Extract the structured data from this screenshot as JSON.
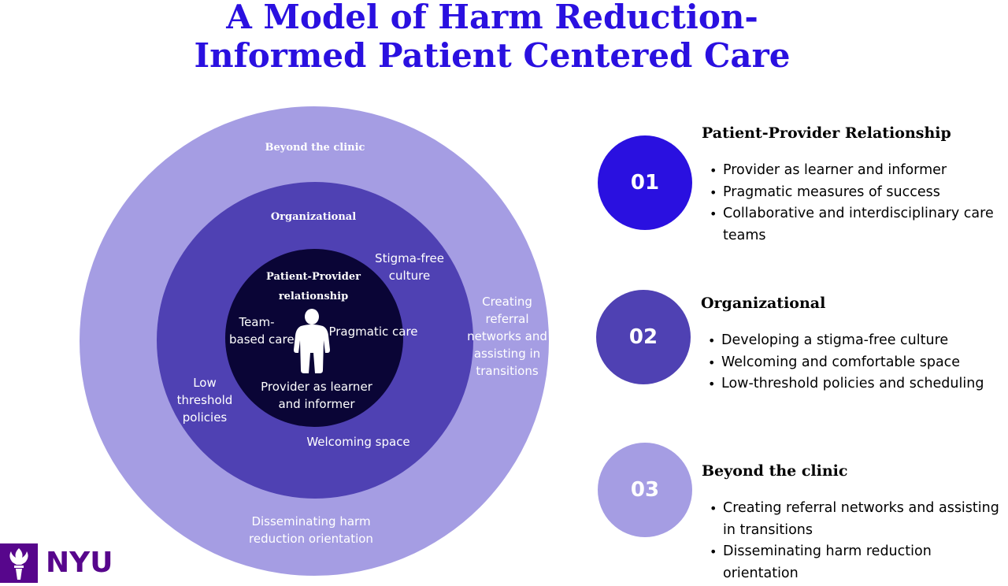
{
  "title": {
    "line1": "A Model of Harm Reduction-",
    "line2": "Informed Patient Centered Care"
  },
  "diagram": {
    "outer_heading": "Beyond the clinic",
    "middle_heading": "Organizational",
    "inner_heading_line1": "Patient-Provider",
    "inner_heading_line2": "relationship",
    "labels": {
      "stigma_free_1": "Stigma-free",
      "stigma_free_2": "culture",
      "referral_1": "Creating",
      "referral_2": "referral",
      "referral_3": "networks and",
      "referral_4": "assisting in",
      "referral_5": "transitions",
      "low_threshold_1": "Low",
      "low_threshold_2": "threshold",
      "low_threshold_3": "policies",
      "welcoming": "Welcoming space",
      "disseminating_1": "Disseminating harm",
      "disseminating_2": "reduction orientation",
      "team_based_1": "Team-",
      "team_based_2": "based care",
      "pragmatic": "Pragmatic care",
      "provider_1": "Provider as learner",
      "provider_2": "and informer"
    },
    "icon": "person-icon",
    "colors": {
      "outer": "#a59de3",
      "middle": "#4f41b3",
      "inner": "#0a0536"
    }
  },
  "sections": [
    {
      "number": "01",
      "heading": "Patient-Provider Relationship",
      "color": "#2a10e0",
      "items": [
        "Provider as learner and informer",
        "Pragmatic measures of success",
        "Collaborative and interdisciplinary care teams"
      ]
    },
    {
      "number": "02",
      "heading": "Organizational",
      "color": "#4f41b3",
      "items": [
        "Developing a stigma-free culture",
        "Welcoming and comfortable space",
        "Low-threshold policies and scheduling"
      ]
    },
    {
      "number": "03",
      "heading": "Beyond the clinic",
      "color": "#a59de3",
      "items": [
        "Creating referral networks and assisting in transitions",
        "Disseminating harm reduction orientation"
      ]
    }
  ],
  "logo": {
    "text": "NYU",
    "icon": "torch-icon",
    "color": "#57068c"
  },
  "accent_color": "#2a10e0"
}
